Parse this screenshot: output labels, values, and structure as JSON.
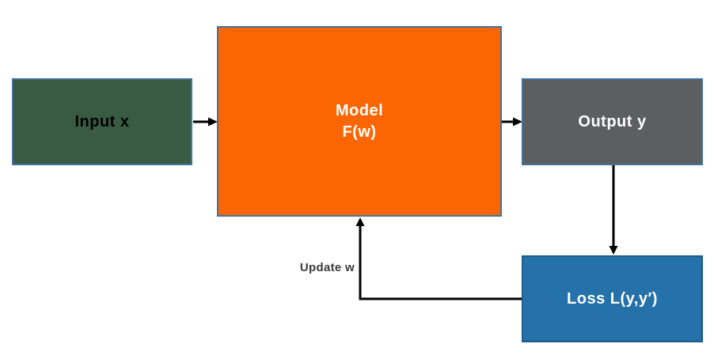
{
  "diagram": {
    "background": "#FFFFFF",
    "arrow_color": "#000000",
    "nodes": {
      "input": {
        "label": "Input x",
        "fill": "#395B44",
        "border": "#41719C",
        "text_color": "#000000"
      },
      "model": {
        "label_line1": "Model",
        "label_line2": "F(w)",
        "fill": "#FB6602",
        "border": "#44709D",
        "text_color": "#FFFFFF"
      },
      "output": {
        "label": "Output y",
        "fill": "#5B5F62",
        "border": "#41719C",
        "text_color": "#FFFFFF"
      },
      "loss": {
        "label": "Loss L(y,y′)",
        "fill": "#2571A9",
        "border": "#1E5A87",
        "text_color": "#FFFFFF"
      }
    },
    "labels": {
      "update": "Update w",
      "update_color": "#3B3B3B"
    }
  }
}
